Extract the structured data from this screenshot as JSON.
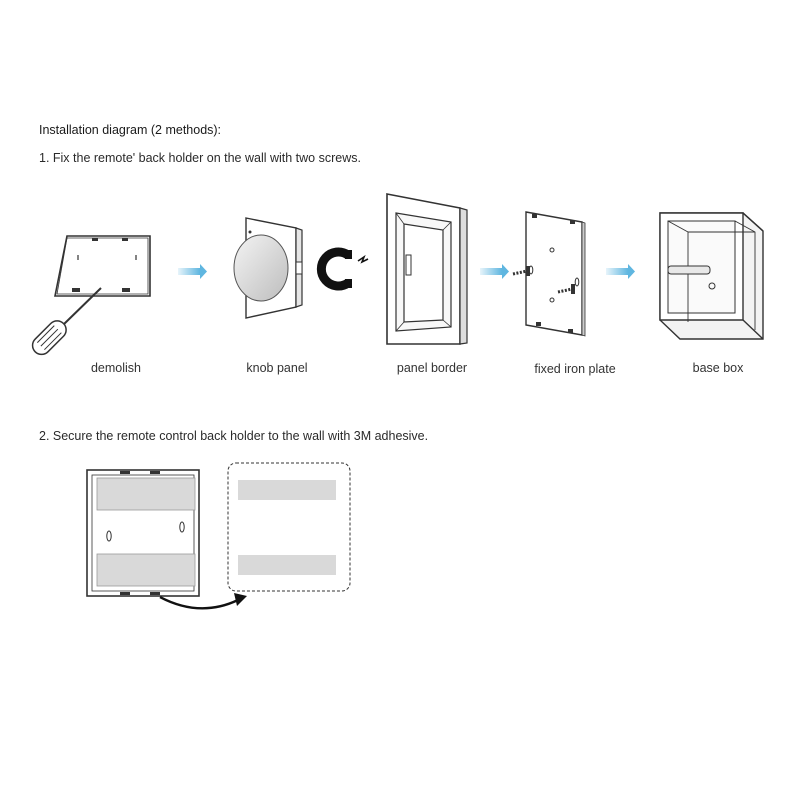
{
  "heading": "Installation diagram (2 methods):",
  "step1": "1. Fix the remote' back holder on the wall with two screws.",
  "step2": "2. Secure the remote control back holder to the wall with 3M adhesive.",
  "labels": {
    "demolish": "demolish",
    "knob_panel": "knob panel",
    "panel_border": "panel border",
    "fixed_iron_plate": "fixed iron plate",
    "base_box": "base box"
  },
  "colors": {
    "arrow": "#5fb6e0",
    "line": "#333333",
    "adhesive": "#d9d9d9"
  },
  "icons": [
    "screwdriver-icon",
    "magnet-icon",
    "screw-icon",
    "curved-arrow-icon"
  ]
}
